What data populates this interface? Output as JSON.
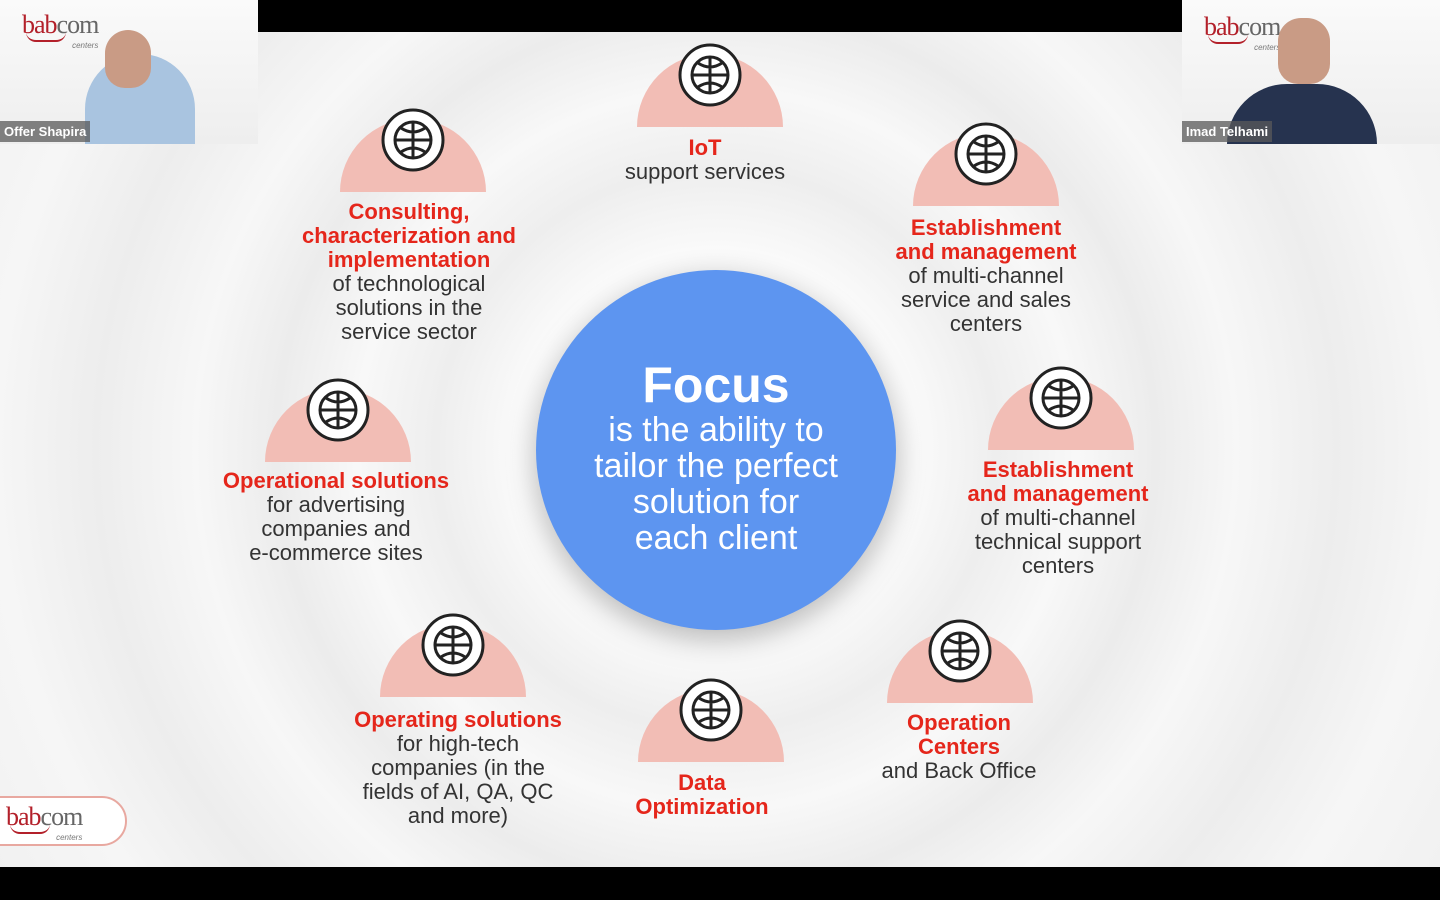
{
  "participants": [
    {
      "name": "Offer Shapira"
    },
    {
      "name": "Imad Telhami"
    }
  ],
  "logo": {
    "bab": "bab",
    "com": "com",
    "sub": "centers"
  },
  "center": {
    "title": "Focus",
    "lines": [
      "is the ability to",
      "tailor the perfect",
      "solution for",
      "each client"
    ]
  },
  "items": [
    {
      "icon": "globe-chat-icon",
      "red": [
        "IoT"
      ],
      "black": [
        "support services"
      ]
    },
    {
      "icon": "consultant-monitor-icon",
      "red": [
        "Consulting,",
        "characterization and",
        "implementation"
      ],
      "black": [
        "of technological",
        "solutions in the",
        "service sector"
      ]
    },
    {
      "icon": "agent-rating-icon",
      "red": [
        "Establishment",
        "and management"
      ],
      "black": [
        "of multi-channel",
        "service and sales",
        "centers"
      ]
    },
    {
      "icon": "browser-gear-thumbs-up-icon",
      "red": [
        "Operational solutions"
      ],
      "black": [
        "for advertising",
        "companies and",
        "e-commerce sites"
      ]
    },
    {
      "icon": "headset-gear-icon",
      "red": [
        "Establishment",
        "and management"
      ],
      "black": [
        "of multi-channel",
        "technical support",
        "centers"
      ]
    },
    {
      "icon": "phone-bug-alert-icon",
      "red": [
        "Operating solutions"
      ],
      "black": [
        "for high-tech",
        "companies (in the",
        "fields of AI, QA, QC",
        "and more)"
      ]
    },
    {
      "icon": "magnifier-bulb-icon",
      "red": [
        "Data",
        "Optimization"
      ],
      "black": []
    },
    {
      "icon": "clipboard-gear-pen-icon",
      "red": [
        "Operation",
        "Centers"
      ],
      "black": [
        "and Back Office"
      ]
    }
  ],
  "colors": {
    "accent": "#e5261b",
    "circle": "#5d95f0",
    "semicircle": "#f2bdb5"
  }
}
